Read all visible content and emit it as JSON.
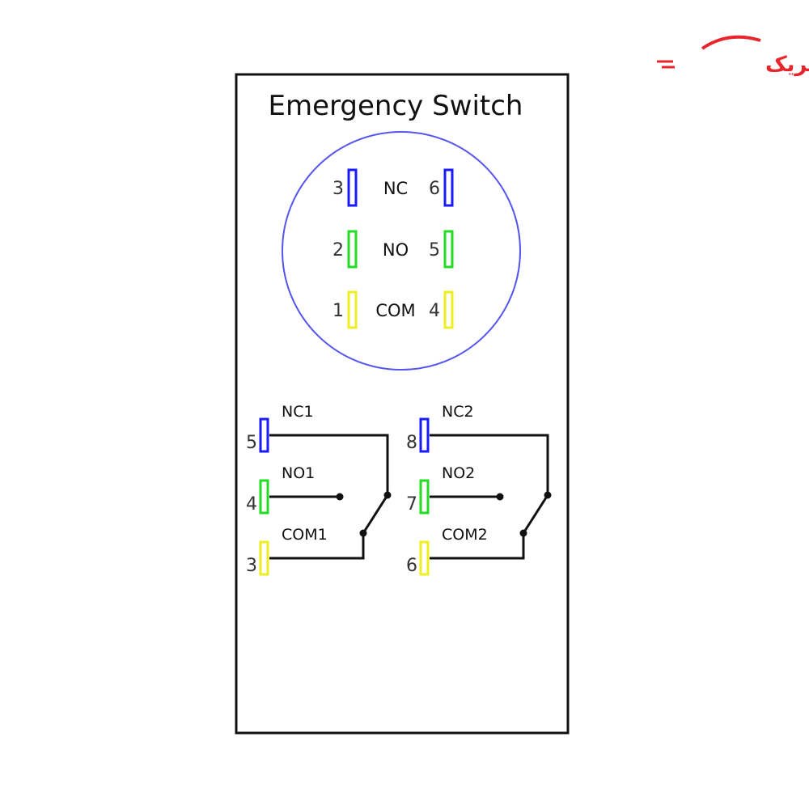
{
  "logo": {
    "text": "آنا الکتریک",
    "color": "#e8252b"
  },
  "title": "Emergency Switch",
  "colors": {
    "nc": "#1a1aff",
    "no": "#22dd22",
    "com": "#eeee22",
    "circle": "#5555ee",
    "wire": "#111111"
  },
  "top_view": {
    "rows": [
      {
        "type": "nc",
        "label": "NC",
        "left_pin": "3",
        "right_pin": "6"
      },
      {
        "type": "no",
        "label": "NO",
        "left_pin": "2",
        "right_pin": "5"
      },
      {
        "type": "com",
        "label": "COM",
        "left_pin": "1",
        "right_pin": "4"
      }
    ]
  },
  "contacts": [
    {
      "pins": {
        "nc": "5",
        "no": "4",
        "com": "3"
      },
      "labels": {
        "nc": "NC1",
        "no": "NO1",
        "com": "COM1"
      }
    },
    {
      "pins": {
        "nc": "8",
        "no": "7",
        "com": "6"
      },
      "labels": {
        "nc": "NC2",
        "no": "NO2",
        "com": "COM2"
      }
    }
  ]
}
